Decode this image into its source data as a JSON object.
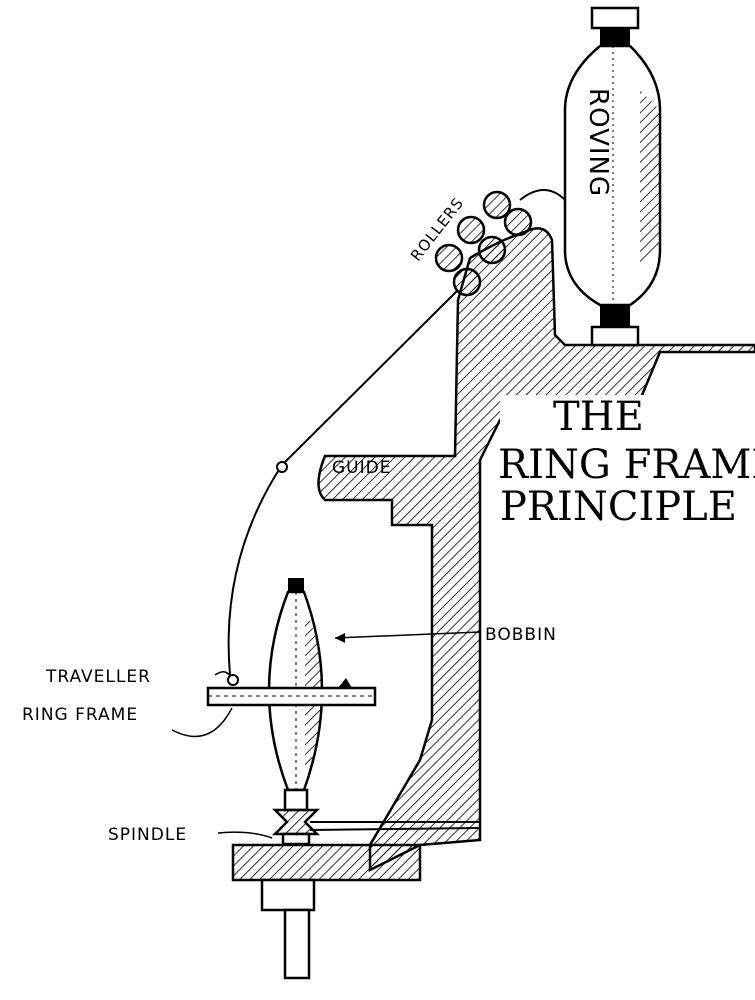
{
  "diagram": {
    "title_lines": [
      "THE",
      "RING FRAME",
      "PRINCIPLE"
    ],
    "labels": {
      "rollers": "ROLLERS",
      "roving": "ROVING",
      "guide": "GUIDE",
      "bobbin": "BOBBIN",
      "traveller": "TRAVELLER",
      "ring_frame": "RING FRAME",
      "spindle": "SPINDLE"
    },
    "colors": {
      "ink": "#000000",
      "paper": "#ffffff"
    }
  }
}
